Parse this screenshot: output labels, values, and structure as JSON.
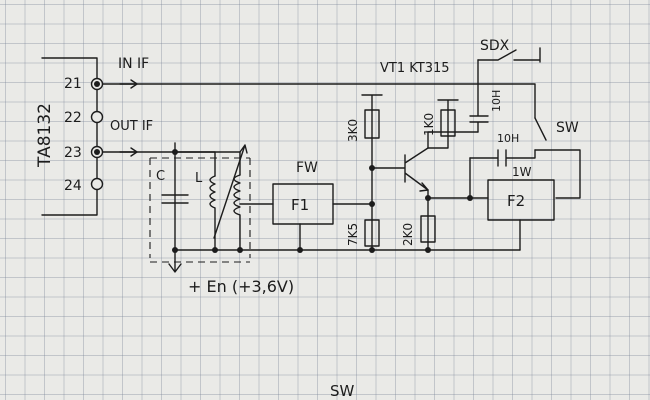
{
  "chip": {
    "name": "TA8132"
  },
  "pins": {
    "p21": "21",
    "p22": "22",
    "p23": "23",
    "p24": "24"
  },
  "signals": {
    "in_if": "IN IF",
    "out_if": "OUT IF",
    "en": "+ En (+3,6V)"
  },
  "switches": {
    "sdx": "SDX",
    "sw": "SW"
  },
  "transistor": {
    "label": "VT1 KT315"
  },
  "components": {
    "c": "C",
    "l": "L",
    "r1": "3K0",
    "r2": "7K5",
    "r3": "1K0",
    "r4": "2K0",
    "c_top": "10H",
    "c_mid": "10H",
    "w1": "1W"
  },
  "blocks": {
    "fw": "FW",
    "f1": "F1",
    "f2": "F2"
  },
  "footer": {
    "label": "SW"
  }
}
